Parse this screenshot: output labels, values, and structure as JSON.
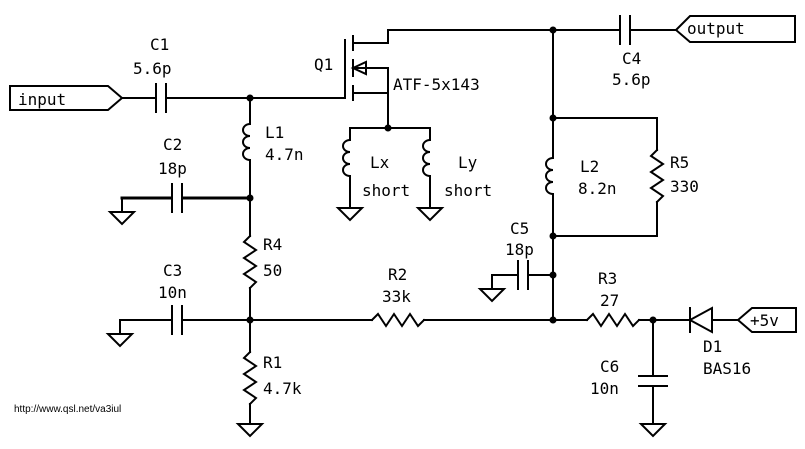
{
  "components": {
    "c1": {
      "ref": "C1",
      "value": "5.6p"
    },
    "c2": {
      "ref": "C2",
      "value": "18p"
    },
    "c3": {
      "ref": "C3",
      "value": "10n"
    },
    "c4": {
      "ref": "C4",
      "value": "5.6p"
    },
    "c5": {
      "ref": "C5",
      "value": "18p"
    },
    "c6": {
      "ref": "C6",
      "value": "10n"
    },
    "l1": {
      "ref": "L1",
      "value": "4.7n"
    },
    "l2": {
      "ref": "L2",
      "value": "8.2n"
    },
    "lx": {
      "ref": "Lx",
      "value": "short"
    },
    "ly": {
      "ref": "Ly",
      "value": "short"
    },
    "r1": {
      "ref": "R1",
      "value": "4.7k"
    },
    "r2": {
      "ref": "R2",
      "value": "33k"
    },
    "r3": {
      "ref": "R3",
      "value": "27"
    },
    "r4": {
      "ref": "R4",
      "value": "50"
    },
    "r5": {
      "ref": "R5",
      "value": "330"
    },
    "q1": {
      "ref": "Q1",
      "part": "ATF-5x143"
    },
    "d1": {
      "ref": "D1",
      "part": "BAS16"
    }
  },
  "ports": {
    "input": "input",
    "output": "output",
    "supply": "+5v"
  },
  "credit": "http://www.qsl.net/va3iul"
}
